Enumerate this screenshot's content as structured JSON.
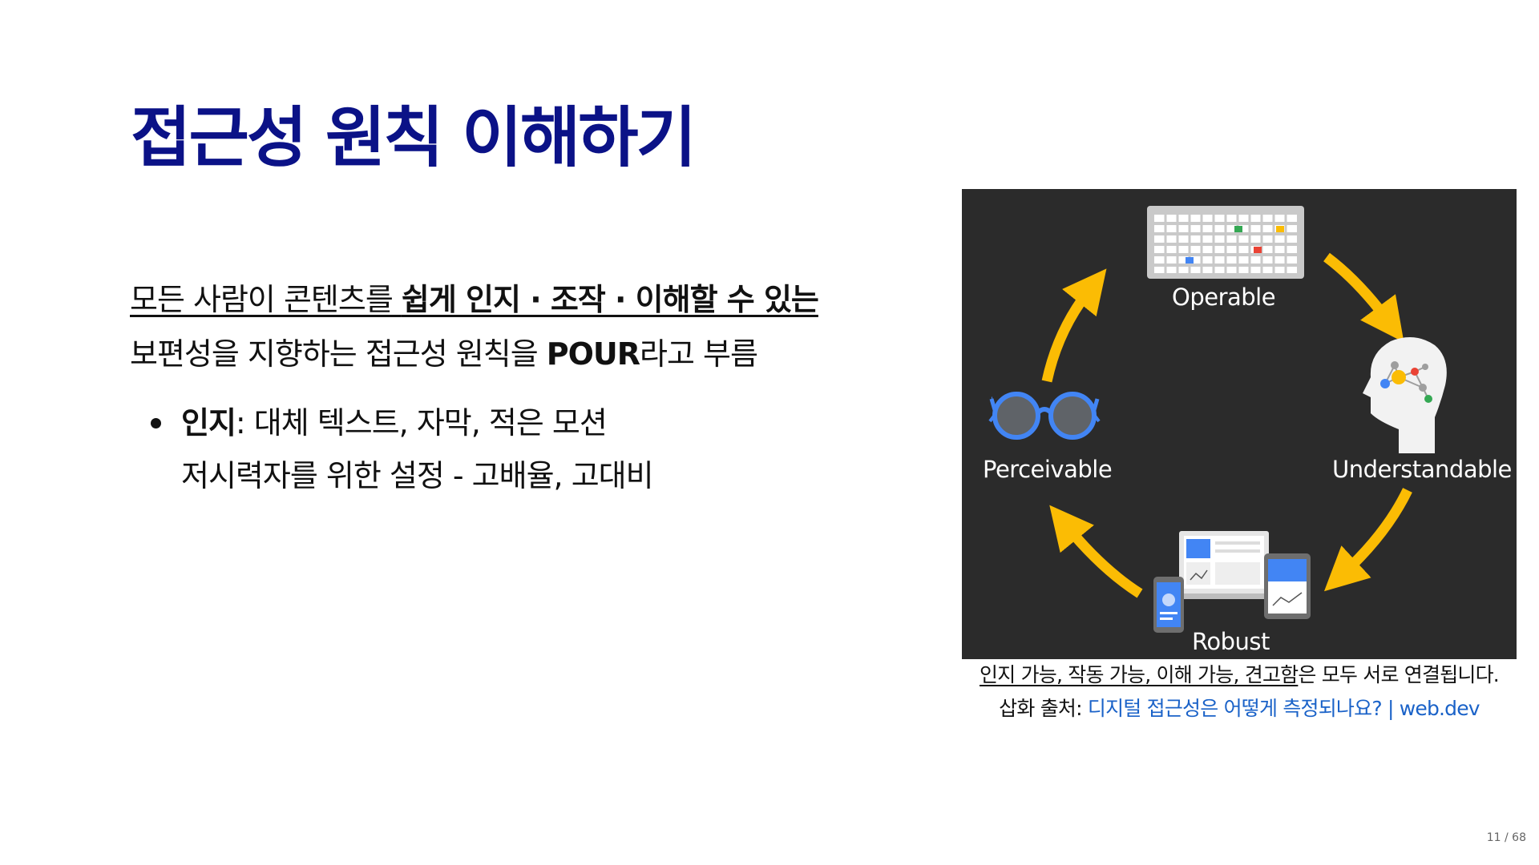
{
  "slide": {
    "title": "접근성 원칙 이해하기",
    "intro_line1_prefix": "모든 사람이 콘텐츠를 ",
    "intro_line1_bold": "쉽게 인지 · 조작 · 이해할 수 있는",
    "intro_line2_prefix": "보편성을 지향하는 접근성 원칙을 ",
    "intro_line2_bold": "POUR",
    "intro_line2_suffix": "라고 부름",
    "bullet_label": "인지",
    "bullet_line1": ": 대체 텍스트, 자막, 적은 모션",
    "bullet_line2": "저시력자를 위한 설정 - 고배율, 고대비"
  },
  "figure": {
    "labels": {
      "operable": "Operable",
      "understandable": "Understandable",
      "robust": "Robust",
      "perceivable": "Perceivable"
    },
    "icons": [
      "keyboard-icon",
      "head-brain-icon",
      "devices-icon",
      "glasses-icon"
    ],
    "colors": {
      "background": "#2b2b2b",
      "arrow": "#fbbc04",
      "google_blue": "#4285f4",
      "google_red": "#ea4335",
      "google_green": "#34a853",
      "google_yellow": "#fbbc04"
    }
  },
  "caption": {
    "line1_underlined": "인지 가능, 작동 가능, 이해 가능, 견고함",
    "line1_suffix": "은 모두 서로 연결됩니다.",
    "source_prefix": "삽화 출처: ",
    "source_link": "디지털 접근성은 어떻게 측정되나요? | web.dev"
  },
  "page_number": "11 / 68",
  "theme": {
    "title_color": "#0b1287",
    "link_color": "#1a62c8"
  }
}
